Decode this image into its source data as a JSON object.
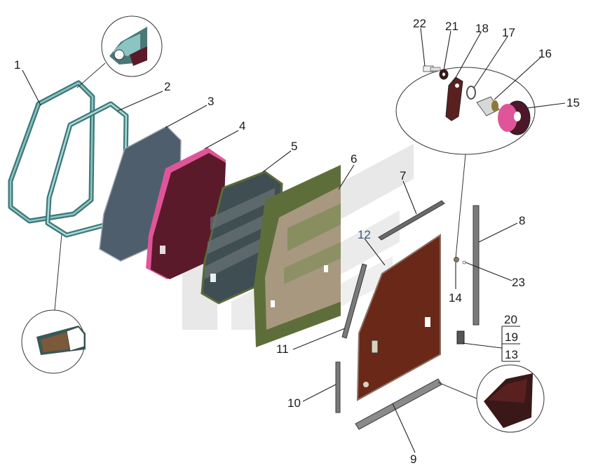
{
  "diagram": {
    "callouts": {
      "c1": "1",
      "c2": "2",
      "c3": "3",
      "c4": "4",
      "c5": "5",
      "c6": "6",
      "c7": "7",
      "c8": "8",
      "c9": "9",
      "c10": "10",
      "c11": "11",
      "c12": "12",
      "c13": "13",
      "c14": "14",
      "c15": "15",
      "c16": "16",
      "c17": "17",
      "c18": "18",
      "c19": "19",
      "c20": "20",
      "c21": "21",
      "c22": "22",
      "c23": "23"
    }
  },
  "colors": {
    "seal": "#5b9a9a",
    "seal_light": "#8cc4c4",
    "panel_slate": "#4a5a6a",
    "panel_maroon": "#5a1a2a",
    "panel_pink": "#e0559a",
    "panel_green": "#5a6a3a",
    "panel_tan": "#a89880",
    "panel_brown": "#6a2818",
    "watermark": "#d8d8d8"
  }
}
